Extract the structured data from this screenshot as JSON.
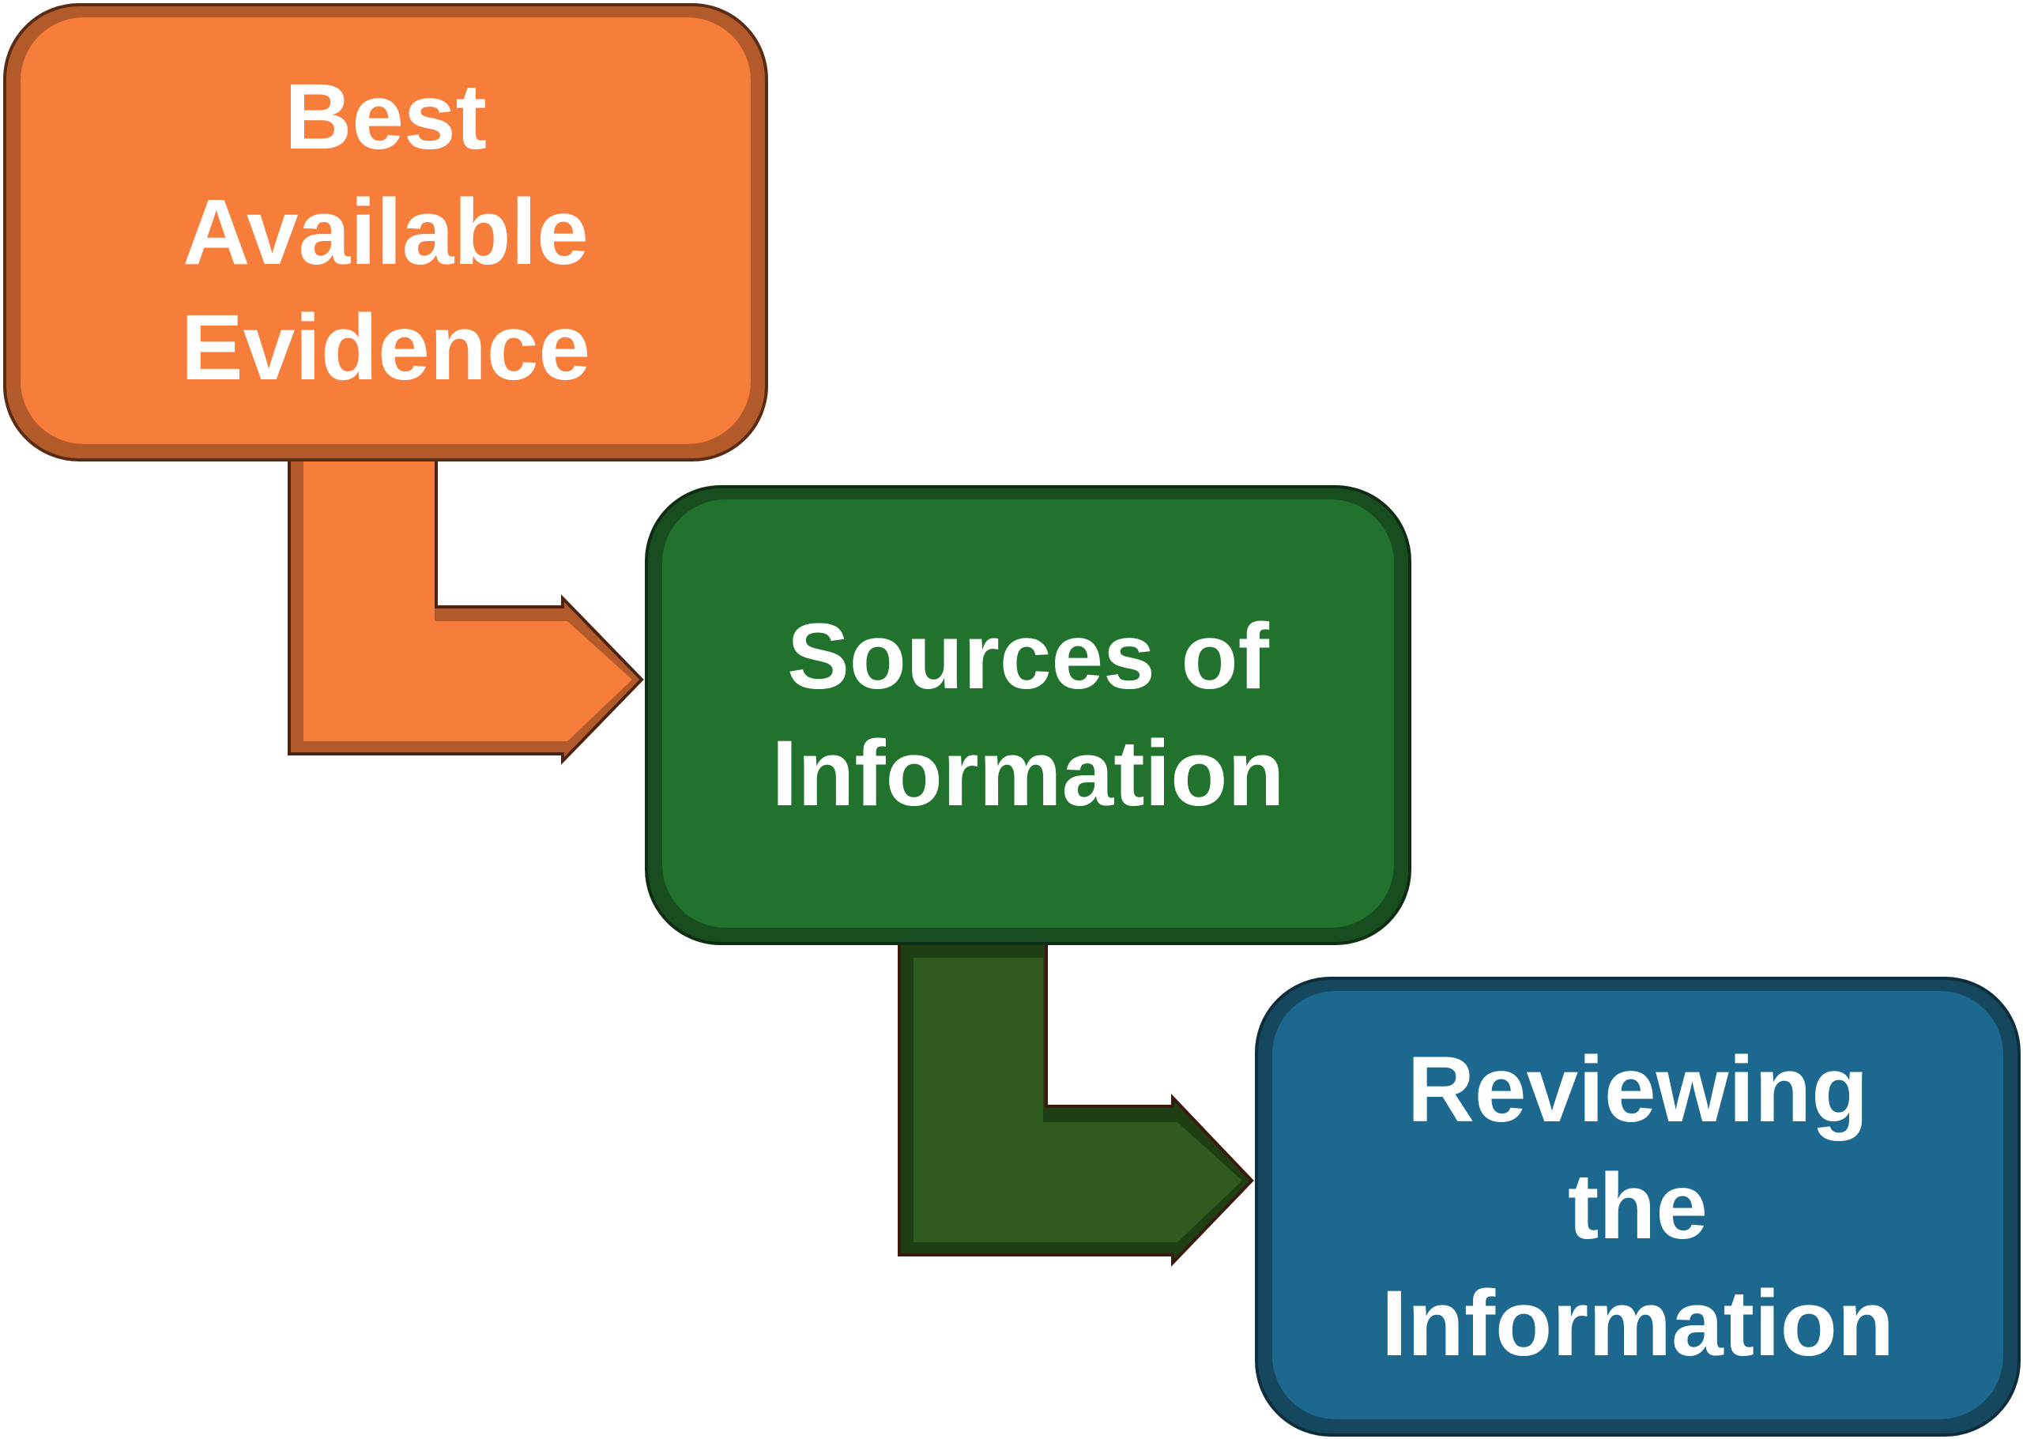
{
  "diagram": {
    "steps": [
      {
        "label": "Best\nAvailable\nEvidence",
        "color": "#f77d3a"
      },
      {
        "label": "Sources of\nInformation",
        "color": "#21722c"
      },
      {
        "label": "Reviewing\nthe\nInformation",
        "color": "#1c688e"
      }
    ],
    "connectors": [
      {
        "from": "Best Available Evidence",
        "to": "Sources of Information",
        "color": "#f77d3a"
      },
      {
        "from": "Sources of Information",
        "to": "Reviewing the Information",
        "color": "#2f5b1e"
      }
    ]
  }
}
